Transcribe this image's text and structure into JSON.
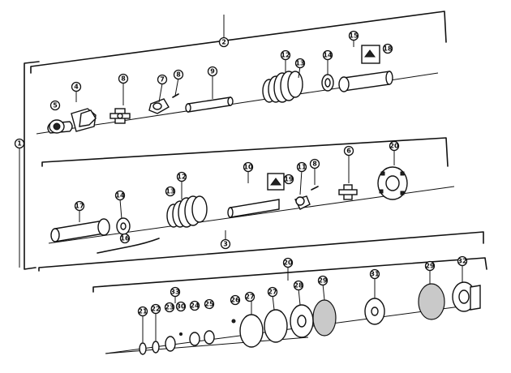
{
  "diagram": {
    "callouts": [
      {
        "id": "c-1",
        "label": "1"
      },
      {
        "id": "c-2",
        "label": "2"
      },
      {
        "id": "c-3",
        "label": "3"
      },
      {
        "id": "c-4",
        "label": "4"
      },
      {
        "id": "c-5",
        "label": "5"
      },
      {
        "id": "c-8a",
        "label": "8"
      },
      {
        "id": "c-7",
        "label": "7"
      },
      {
        "id": "c-8b",
        "label": "8"
      },
      {
        "id": "c-9",
        "label": "9"
      },
      {
        "id": "c-12a",
        "label": "12"
      },
      {
        "id": "c-13a",
        "label": "13"
      },
      {
        "id": "c-14a",
        "label": "14"
      },
      {
        "id": "c-15",
        "label": "15"
      },
      {
        "id": "c-18",
        "label": "18"
      },
      {
        "id": "c-17",
        "label": "17"
      },
      {
        "id": "c-14b",
        "label": "14"
      },
      {
        "id": "c-16",
        "label": "16"
      },
      {
        "id": "c-12b",
        "label": "12"
      },
      {
        "id": "c-13b",
        "label": "13"
      },
      {
        "id": "c-10",
        "label": "10"
      },
      {
        "id": "c-19",
        "label": "19"
      },
      {
        "id": "c-11",
        "label": "11"
      },
      {
        "id": "c-8c",
        "label": "8"
      },
      {
        "id": "c-6",
        "label": "6"
      },
      {
        "id": "c-20a",
        "label": "20"
      },
      {
        "id": "c-20b",
        "label": "20"
      },
      {
        "id": "c-33",
        "label": "33"
      },
      {
        "id": "c-21",
        "label": "21"
      },
      {
        "id": "c-22",
        "label": "22"
      },
      {
        "id": "c-23",
        "label": "23"
      },
      {
        "id": "c-30",
        "label": "30"
      },
      {
        "id": "c-24",
        "label": "24"
      },
      {
        "id": "c-25",
        "label": "25"
      },
      {
        "id": "c-26",
        "label": "26"
      },
      {
        "id": "c-27a",
        "label": "27"
      },
      {
        "id": "c-27b",
        "label": "27"
      },
      {
        "id": "c-28",
        "label": "28"
      },
      {
        "id": "c-29a",
        "label": "29"
      },
      {
        "id": "c-31",
        "label": "31"
      },
      {
        "id": "c-29b",
        "label": "29"
      },
      {
        "id": "c-32",
        "label": "32"
      }
    ]
  }
}
